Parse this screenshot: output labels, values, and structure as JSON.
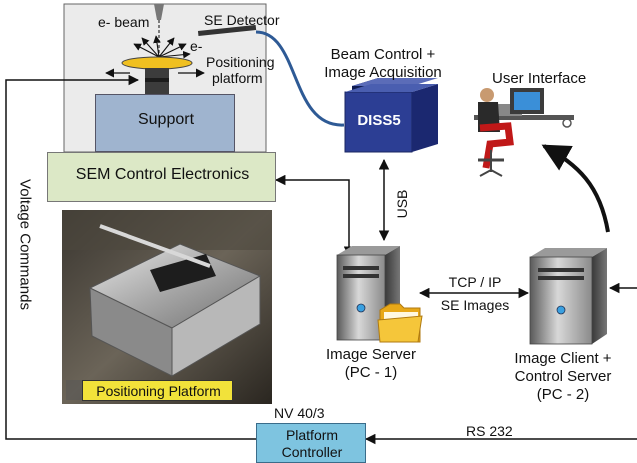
{
  "sem": {
    "e_beam": "e- beam",
    "se_detector": "SE Detector",
    "e_minus": "e-",
    "positioning_platform": [
      "Positioning",
      "platform"
    ],
    "support": "Support",
    "control_electronics": "SEM Control Electronics"
  },
  "voltage_commands": "Voltage Commands",
  "photo_caption": "Positioning Platform",
  "beam_control": [
    "Beam Control +",
    "Image Acquisition"
  ],
  "diss5": "DISS5",
  "usb": "USB",
  "user_interface": "User Interface",
  "tcp_ip": "TCP / IP",
  "se_images": "SE Images",
  "image_server": [
    "Image Server",
    "(PC - 1)"
  ],
  "image_client": [
    "Image Client +",
    "Control Server",
    "(PC - 2)"
  ],
  "nv": "NV 40/3",
  "platform_controller": [
    "Platform",
    "Controller"
  ],
  "rs232": "RS 232",
  "colors": {
    "chamber_bg": "#ebebeb",
    "support_bg": "#9fb4cf",
    "electronics_bg": "#dce8c6",
    "controller_bg": "#7ec4e0",
    "diss5_blue": "#2c3e94",
    "caption_bg": "#f2e23a",
    "cable": "#2e5a95"
  }
}
